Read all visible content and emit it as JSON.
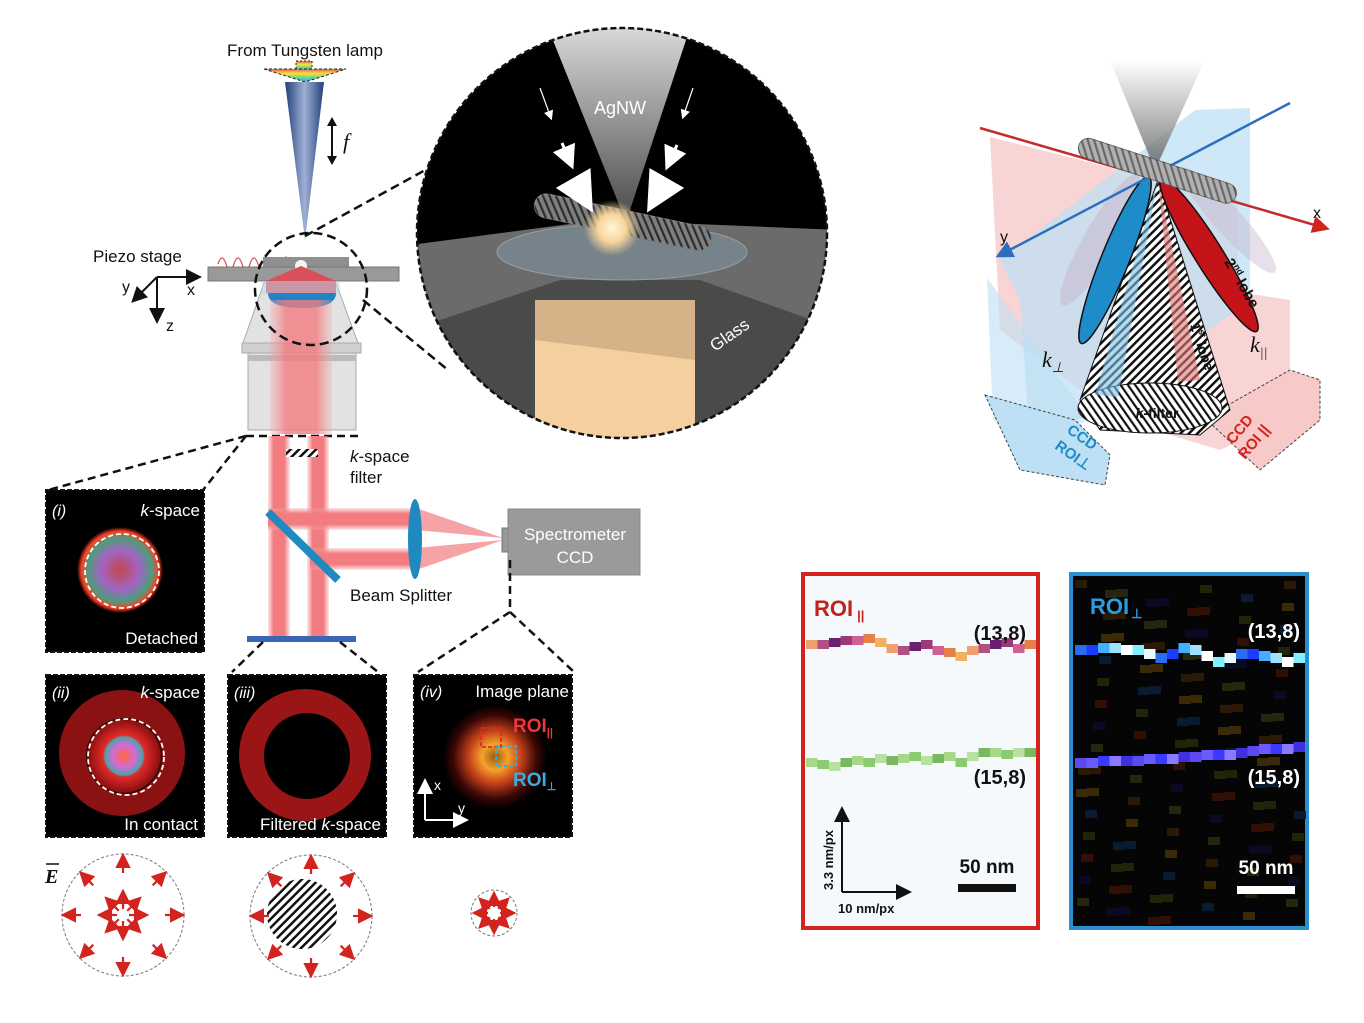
{
  "setup": {
    "lamp_label": "From Tungsten lamp",
    "focus_symbol": "f",
    "piezo_label": "Piezo stage",
    "axes": {
      "x": "x",
      "y": "y",
      "z": "z"
    },
    "kspace_filter_label_italic": "k",
    "kspace_filter_label_rest": "-space",
    "kspace_filter_label_line2": "filter",
    "beam_splitter_label": "Beam Splitter",
    "spectrometer_line1": "Spectrometer",
    "spectrometer_line2": "CCD"
  },
  "zoom_inset": {
    "tip_label": "AgNW",
    "substrate_label": "Glass"
  },
  "panels": [
    {
      "id": "i",
      "index_label": "(i)",
      "title_italic": "k",
      "title_rest": "-space",
      "caption": "Detached"
    },
    {
      "id": "ii",
      "index_label": "(ii)",
      "title_italic": "k",
      "title_rest": "-space",
      "caption": "In contact"
    },
    {
      "id": "iii",
      "index_label": "(iii)",
      "caption_prefix": "Filtered ",
      "caption_italic": "k",
      "caption_rest": "-space"
    },
    {
      "id": "iv",
      "index_label": "(iv)",
      "title": "Image plane",
      "roi_par": "ROI",
      "roi_par_sub": "||",
      "roi_perp": "ROI",
      "roi_perp_sub": "⊥",
      "axis_x": "x",
      "axis_y": "y"
    }
  ],
  "field_diagrams": {
    "symbol": "E"
  },
  "schematic_3d": {
    "axis_x": "x",
    "axis_y": "y",
    "k_perp": "k",
    "k_perp_sub": "⊥",
    "k_par": "k",
    "k_par_sub": "||",
    "lobe1_sup": "st",
    "lobe1": "1",
    "lobe1_word": "lobe",
    "lobe2": "2",
    "lobe2_sup": "nd",
    "lobe2_word": "lobe",
    "filter_italic": "k",
    "filter_rest": "-filter",
    "ccd_perp_line1": "CCD",
    "ccd_perp_line2": "ROI⊥",
    "ccd_par_line1": "CCD",
    "ccd_par_line2": "ROI ||"
  },
  "roi_maps": {
    "par": {
      "title": "ROI",
      "title_sub": "||",
      "mode_top": "(13,8)",
      "mode_bottom": "(15,8)",
      "y_scale": "3.3 nm/px",
      "x_scale": "10 nm/px",
      "scale_bar": "50 nm",
      "border_color": "#d3231f"
    },
    "perp": {
      "title": "ROI",
      "title_sub": "⊥",
      "mode_top": "(13,8)",
      "mode_bottom": "(15,8)",
      "scale_bar": "50 nm",
      "border_color": "#2a8fcf"
    }
  },
  "colors": {
    "red": "#d3231f",
    "blue": "#2a8fcf",
    "beam": "#f27c80",
    "tip": "#2f4f8f"
  }
}
